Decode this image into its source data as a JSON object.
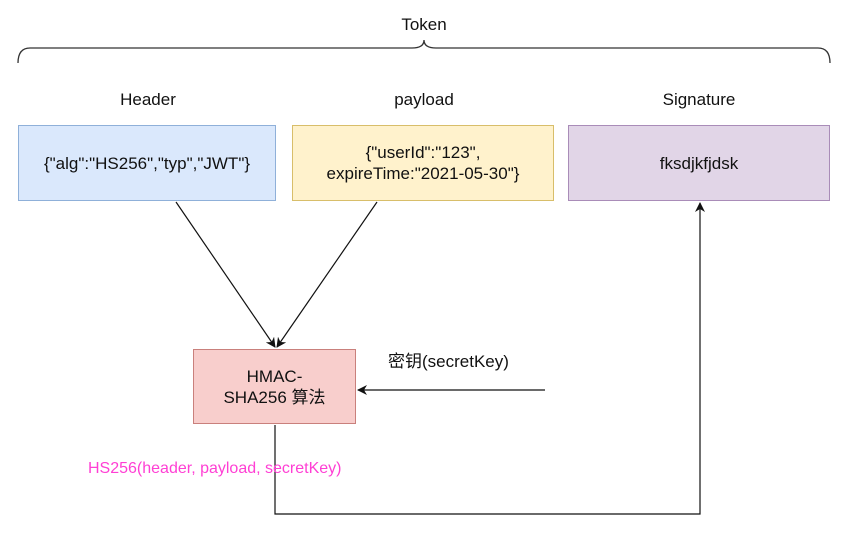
{
  "token_label": "Token",
  "sections": {
    "header": {
      "title": "Header",
      "content": "{\"alg\":\"HS256\",\"typ\",\"JWT\"}",
      "fill": "#dae8fc",
      "stroke": "#8fb0d9"
    },
    "payload": {
      "title": "payload",
      "content_line1": "{\"userId\":\"123\",",
      "content_line2": "expireTime:\"2021-05-30\"}",
      "fill": "#fff2cc",
      "stroke": "#d8be6a"
    },
    "signature": {
      "title": "Signature",
      "content": "fksdjkfjdsk",
      "fill": "#e1d5e7",
      "stroke": "#a98cb8"
    }
  },
  "algorithm": {
    "line1": "HMAC-",
    "line2": "SHA256 算法",
    "fill": "#f8cecc",
    "stroke": "#c9807c"
  },
  "secret_key_label": "密钥(secretKey)",
  "formula": "HS256(header, payload, secretKey)",
  "formula_color": "#ff3fd4"
}
